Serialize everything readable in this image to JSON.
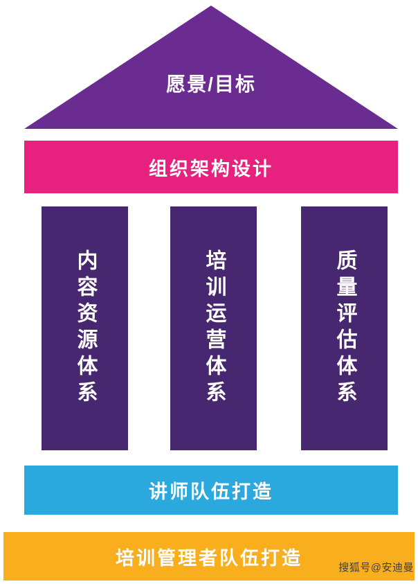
{
  "diagram": {
    "roof": {
      "label": "愿景/目标",
      "color": "#6a2c91"
    },
    "beam": {
      "label": "组织架构设计",
      "color": "#e6217e"
    },
    "pillars": [
      {
        "label": "内容资源体系"
      },
      {
        "label": "培训运营体系"
      },
      {
        "label": "质量评估体系"
      }
    ],
    "pillar_color": "#47276f",
    "base_blue": {
      "label": "讲师队伍打造",
      "color": "#2ba9df"
    },
    "base_orange": {
      "label": "培训管理者队伍打造",
      "color": "#f9ae1d"
    },
    "watermark": "搜狐号@安迪曼"
  }
}
